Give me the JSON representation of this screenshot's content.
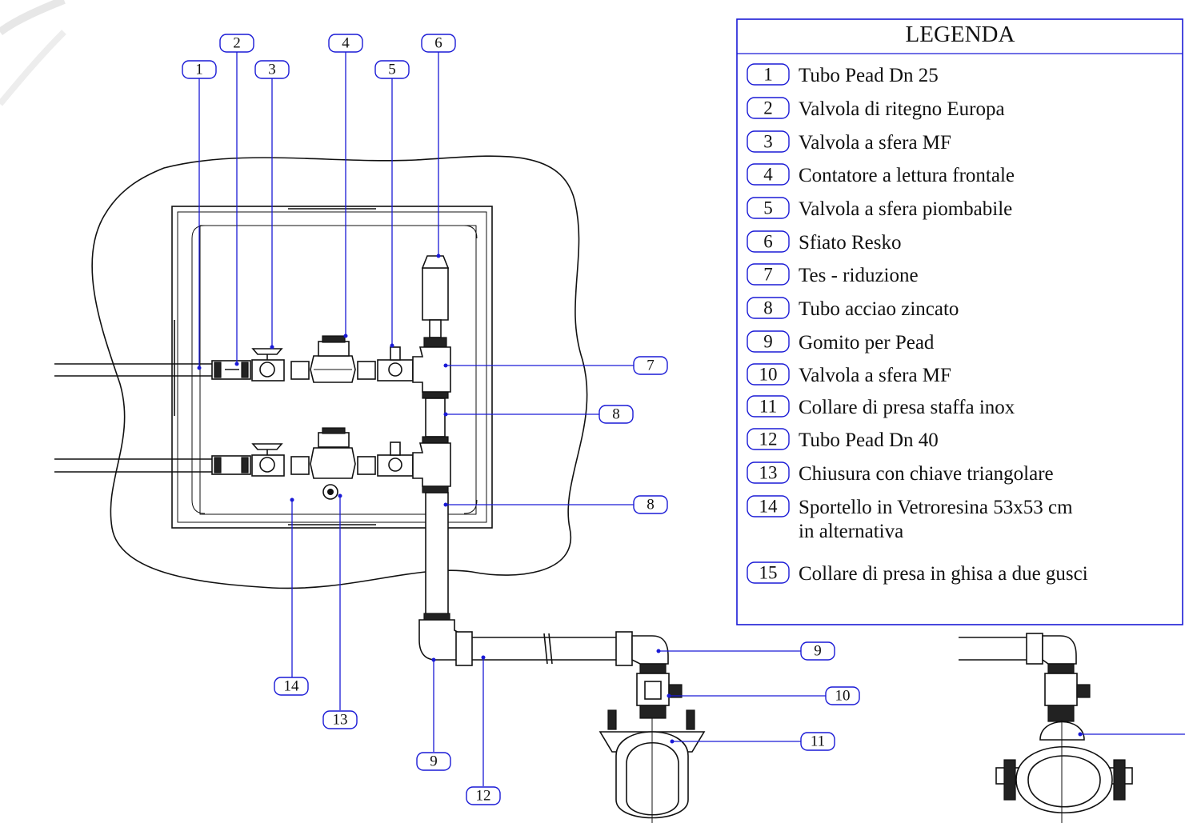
{
  "legend": {
    "title": "LEGENDA",
    "items": [
      {
        "num": "1",
        "lines": [
          "Tubo Pead Dn 25"
        ]
      },
      {
        "num": "2",
        "lines": [
          "Valvola di ritegno Europa"
        ]
      },
      {
        "num": "3",
        "lines": [
          "Valvola a sfera MF"
        ]
      },
      {
        "num": "4",
        "lines": [
          "Contatore a lettura frontale"
        ]
      },
      {
        "num": "5",
        "lines": [
          "Valvola a sfera piombabile"
        ]
      },
      {
        "num": "6",
        "lines": [
          "Sfiato Resko"
        ]
      },
      {
        "num": "7",
        "lines": [
          "Tes - riduzione"
        ]
      },
      {
        "num": "8",
        "lines": [
          "Tubo acciao zincato"
        ]
      },
      {
        "num": "9",
        "lines": [
          "Gomito per Pead"
        ]
      },
      {
        "num": "10",
        "lines": [
          "Valvola a sfera MF"
        ]
      },
      {
        "num": "11",
        "lines": [
          "Collare di presa staffa inox"
        ]
      },
      {
        "num": "12",
        "lines": [
          "Tubo Pead Dn 40"
        ]
      },
      {
        "num": "13",
        "lines": [
          "Chiusura con chiave triangolare"
        ]
      },
      {
        "num": "14",
        "lines": [
          "Sportello in Vetroresina 53x53 cm",
          "in alternativa"
        ]
      },
      {
        "num": "15",
        "lines": [
          "Collare di presa in ghisa a due gusci"
        ]
      }
    ]
  },
  "callouts": [
    "1",
    "2",
    "3",
    "4",
    "5",
    "6",
    "7",
    "8",
    "8",
    "9",
    "9",
    "10",
    "11",
    "12",
    "13",
    "14"
  ],
  "colors": {
    "annotation": "#1a1ad6",
    "ink": "#111111",
    "background": "#ffffff"
  }
}
